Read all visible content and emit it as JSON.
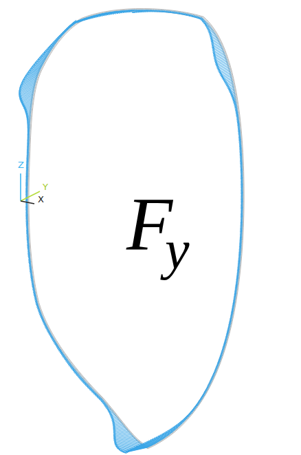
{
  "diagram": {
    "labels": [
      "Z",
      "Y",
      "X",
      "F",
      "y"
    ]
  }
}
